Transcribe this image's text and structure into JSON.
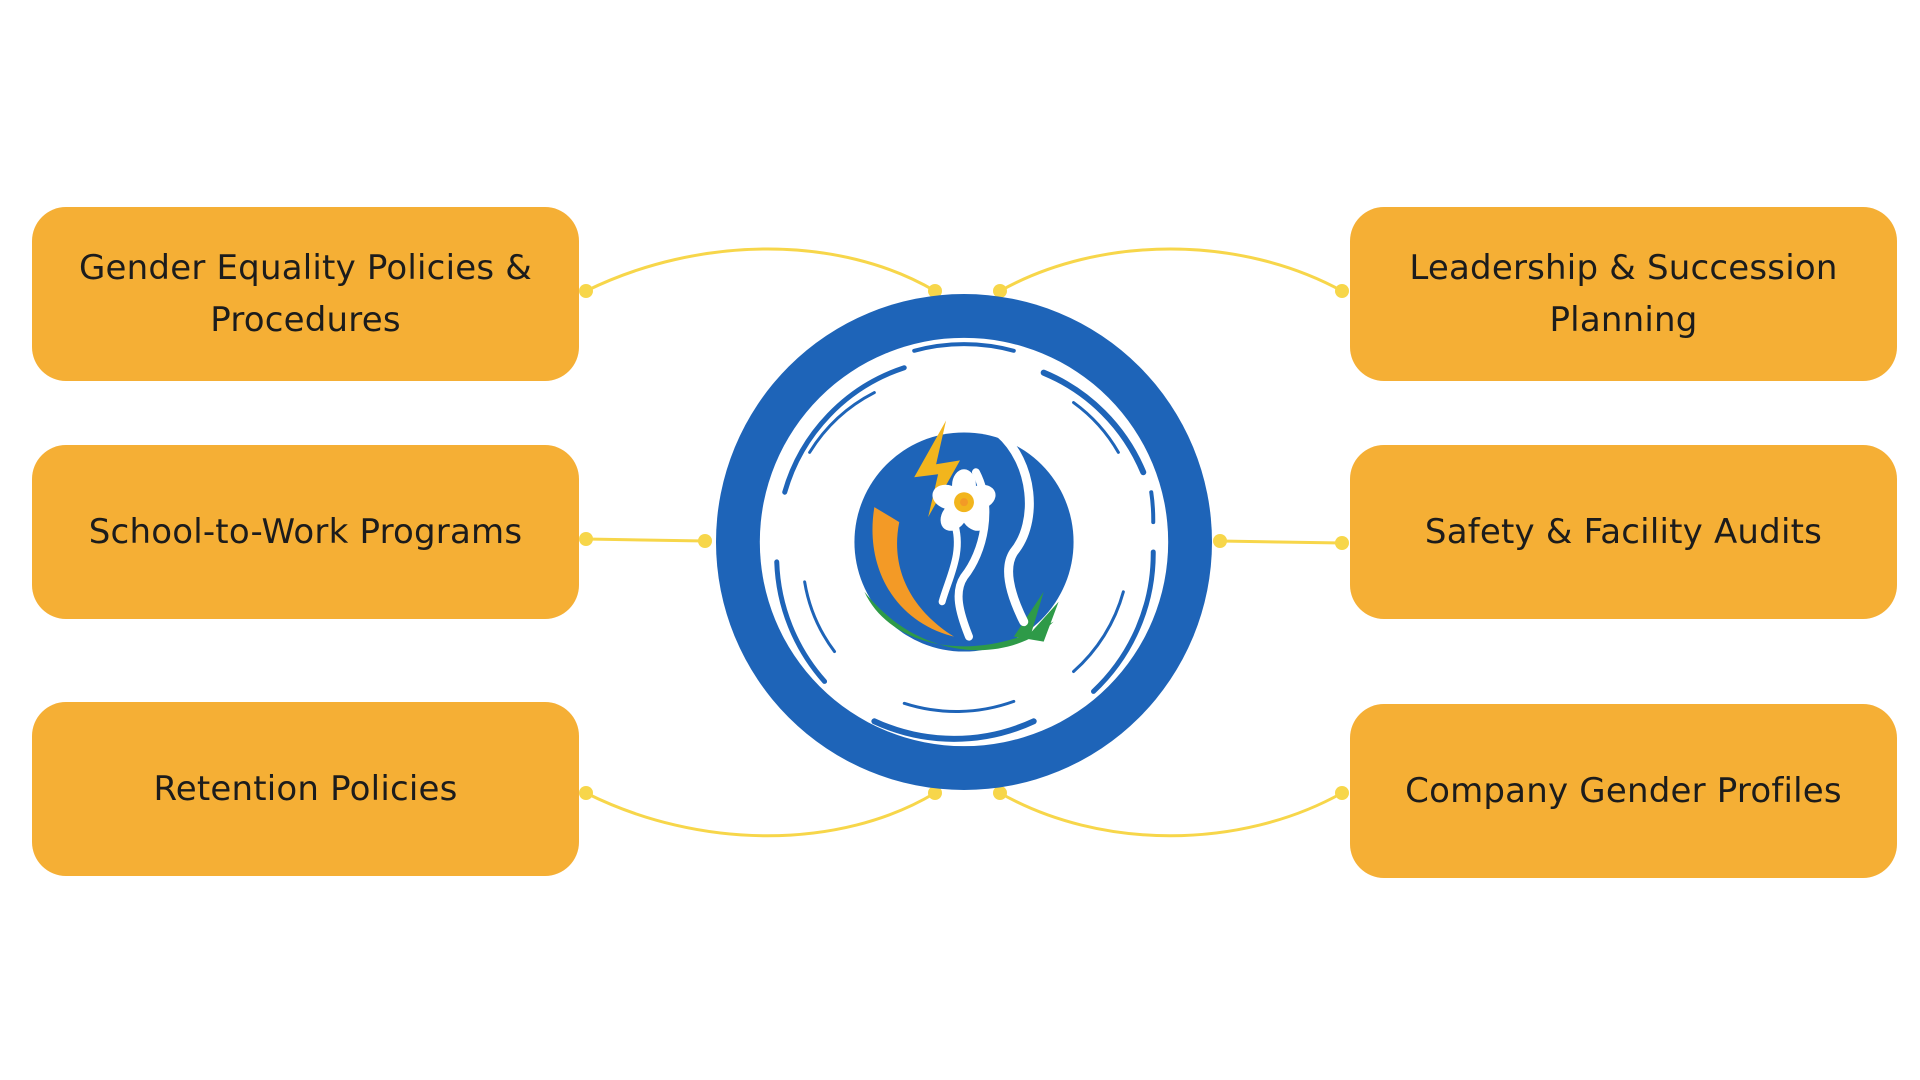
{
  "nodes": {
    "gender_equality": "Gender Equality Policies & Procedures",
    "school_to_work": "School-to-Work Programs",
    "retention": "Retention Policies",
    "leadership": "Leadership & Succession Planning",
    "safety": "Safety & Facility Audits",
    "company_profiles": "Company Gender Profiles"
  },
  "colors": {
    "node_fill": "#F5AF35",
    "connector": "#F7D64A",
    "ring": "#1E64B8",
    "logo_orange": "#F39A26",
    "logo_green": "#2E9A48",
    "logo_blue": "#1E64B8",
    "flower_yellow": "#F2B51D"
  },
  "icons": {
    "center": "woman-profile-flower-logo"
  }
}
